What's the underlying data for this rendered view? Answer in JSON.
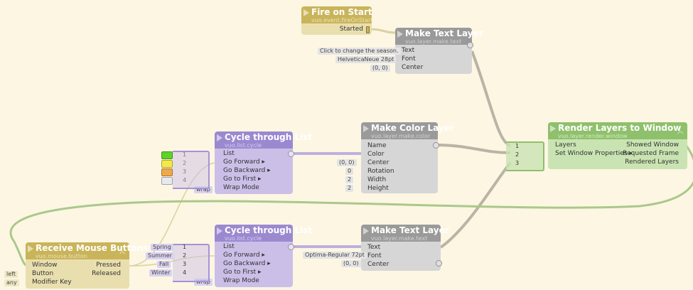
{
  "fire_on_start": {
    "title": "Fire on Start",
    "sub": "vuo.event.fireOnStart",
    "out_started": "Started"
  },
  "make_text_top": {
    "title": "Make Text Layer",
    "sub": "vuo.layer.make.text",
    "ports": [
      "Text",
      "Font",
      "Center"
    ],
    "values": [
      "Click to change the season.",
      "HelveticaNeue 28pt",
      "(0, 0)"
    ]
  },
  "cycle_top": {
    "title": "Cycle through List",
    "sub": "vuo.list.cycle",
    "ports": [
      "List",
      "Go Forward ▸",
      "Go Backward ▸",
      "Go to First ▸",
      "Wrap Mode"
    ],
    "wrap": "wrap",
    "items": [
      "1",
      "2",
      "3",
      "4"
    ],
    "colors": [
      "#5fd12a",
      "#f4e94a",
      "#f0a84a",
      "#e8e8f0"
    ]
  },
  "make_color": {
    "title": "Make Color Layer",
    "sub": "vuo.layer.make.color",
    "ports": [
      "Name",
      "Color",
      "Center",
      "Rotation",
      "Width",
      "Height"
    ],
    "values": [
      "",
      "",
      "(0, 0)",
      "0",
      "2",
      "2"
    ]
  },
  "render": {
    "title": "Render Layers to Window",
    "sub": "vuo.layer.render.window",
    "in_ports": [
      "Layers",
      "Set Window Properties ▸"
    ],
    "out_ports": [
      "Showed Window",
      "Requested Frame",
      "Rendered Layers"
    ],
    "list_items": [
      "1",
      "2",
      "3"
    ]
  },
  "mouse": {
    "title": "Receive Mouse Buttons",
    "sub": "vuo.mouse.button",
    "in_ports": [
      "Window",
      "Button",
      "Modifier Key"
    ],
    "in_values": [
      "",
      "left",
      "any"
    ],
    "out_ports": [
      "Pressed",
      "Released"
    ]
  },
  "cycle_bottom": {
    "title": "Cycle through List",
    "sub": "vuo.list.cycle",
    "ports": [
      "List",
      "Go Forward ▸",
      "Go Backward ▸",
      "Go to First ▸",
      "Wrap Mode"
    ],
    "wrap": "wrap",
    "items": [
      "1",
      "2",
      "3",
      "4"
    ],
    "seasons": [
      "Spring",
      "Summer",
      "Fall",
      "Winter"
    ]
  },
  "make_text_bottom": {
    "title": "Make Text Layer",
    "sub": "vuo.layer.make.text",
    "ports": [
      "Text",
      "Font",
      "Center"
    ],
    "values": [
      "",
      "Optima-Regular 72pt",
      "(0, 0)"
    ]
  },
  "colors": {
    "purple": "#9b89d0",
    "gray": "#9a9a9a",
    "yellow": "#c9b45a",
    "green": "#8fc06c",
    "cable": "#b9b4a6",
    "event_cable": "#d8d2a0"
  }
}
